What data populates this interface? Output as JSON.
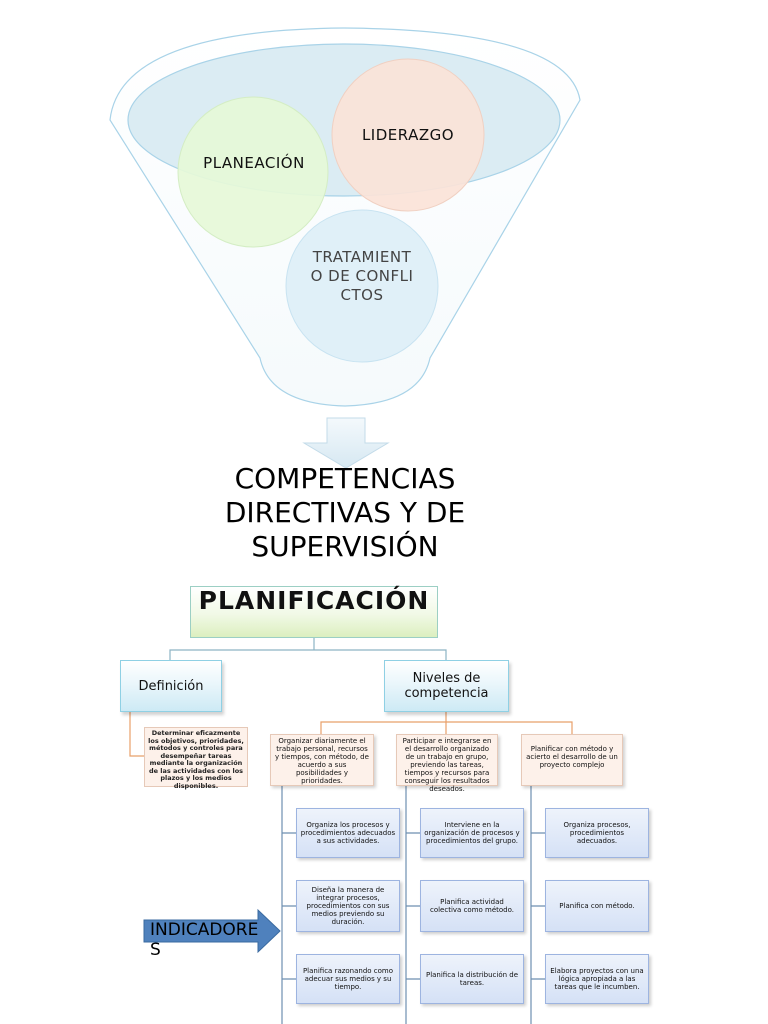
{
  "funnel": {
    "circles": [
      {
        "name": "planeacion",
        "label": "PLANEACIÓN"
      },
      {
        "name": "liderazgo",
        "label": "LIDERAZGO"
      },
      {
        "name": "tratamiento",
        "label": "TRATAMIENTO DE CONFLICTOS"
      }
    ]
  },
  "main_title": "COMPETENCIAS DIRECTIVAS Y DE SUPERVISIÓN",
  "planificacion": {
    "title": "PLANIFICACIÓN",
    "definicion_label": "Definición",
    "definicion_text": "Determinar eficazmente los objetivos, prioridades, métodos y controles para desempeñar tareas mediante la organización de las actividades con los plazos y los medios disponibles.",
    "niveles_label": "Niveles de competencia",
    "niveles": [
      {
        "text": "Organizar diariamente el trabajo personal, recursos y tiempos, con método, de acuerdo a sus posibilidades y prioridades.",
        "indicadores": [
          "Organiza los procesos y procedimientos adecuados a sus actividades.",
          "Diseña la manera de integrar procesos, procedimientos con sus medios previendo su duración.",
          "Planifica razonando como adecuar sus medios y su tiempo."
        ]
      },
      {
        "text": "Participar e integrarse en el desarrollo organizado de un trabajo en grupo, previendo las tareas, tiempos y recursos para conseguir los resultados deseados.",
        "indicadores": [
          "Interviene en la organización de procesos y procedimientos del grupo.",
          "Planifica actividad colectiva como método.",
          "Planifica la distribución de tareas."
        ]
      },
      {
        "text": "Planificar con método y acierto el desarrollo de un proyecto complejo",
        "indicadores": [
          "Organiza procesos, procedimientos adecuados.",
          "Planifica con método.",
          "Elabora proyectos con una lógica apropiada a las tareas que le incumben."
        ]
      }
    ],
    "indicadores_label": "INDICADORES"
  },
  "colors": {
    "funnel_stroke": "#a9d3e8",
    "funnel_top": "#dbecf3",
    "planeacion": "#e6f8d8",
    "liderazgo": "#fbe3d8",
    "tratamiento": "#deeff8",
    "arrow": "#4f81bd",
    "connector_blue": "#8db3c4",
    "connector_orange": "#e8a06a",
    "connector_dark": "#6e8fb0"
  }
}
